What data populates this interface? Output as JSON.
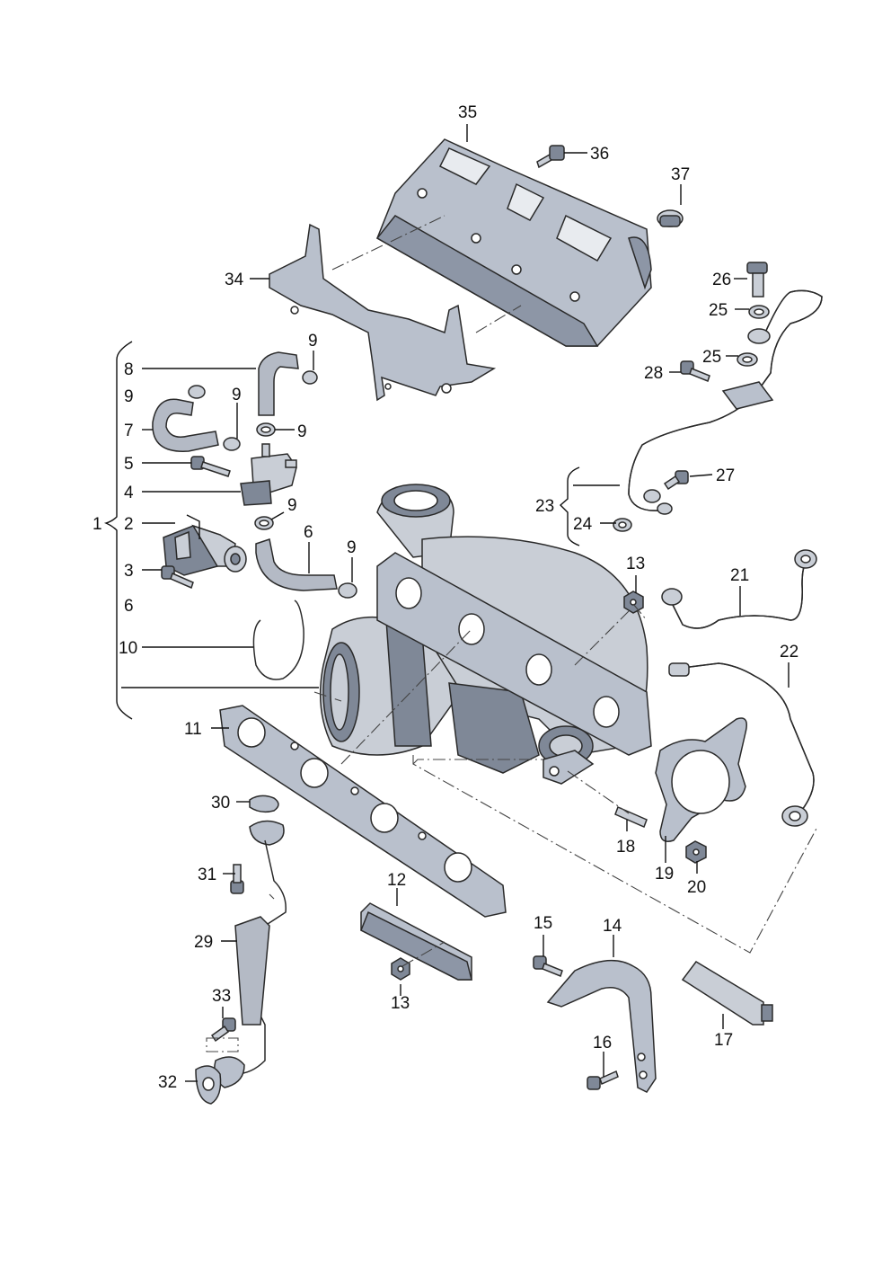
{
  "callouts": {
    "c1": "1",
    "c2": "2",
    "c3": "3",
    "c4": "4",
    "c5": "5",
    "c6a": "6",
    "c6b": "6",
    "c7": "7",
    "c8": "8",
    "c9a": "9",
    "c9b": "9",
    "c9c": "9",
    "c9d": "9",
    "c9e": "9",
    "c9f": "9",
    "c10": "10",
    "c11": "11",
    "c12": "12",
    "c13a": "13",
    "c13b": "13",
    "c14": "14",
    "c15": "15",
    "c16": "16",
    "c17": "17",
    "c18": "18",
    "c19": "19",
    "c20": "20",
    "c21": "21",
    "c22": "22",
    "c23": "23",
    "c24": "24",
    "c25a": "25",
    "c25b": "25",
    "c26": "26",
    "c27": "27",
    "c28": "28",
    "c29": "29",
    "c30": "30",
    "c31": "31",
    "c32": "32",
    "c33": "33",
    "c34": "34",
    "c35": "35",
    "c36": "36",
    "c37": "37"
  },
  "colors": {
    "part_fill": "#b9c0cc",
    "part_shadow": "#8d96a6",
    "outline": "#2a2a2a",
    "background": "#ffffff"
  }
}
